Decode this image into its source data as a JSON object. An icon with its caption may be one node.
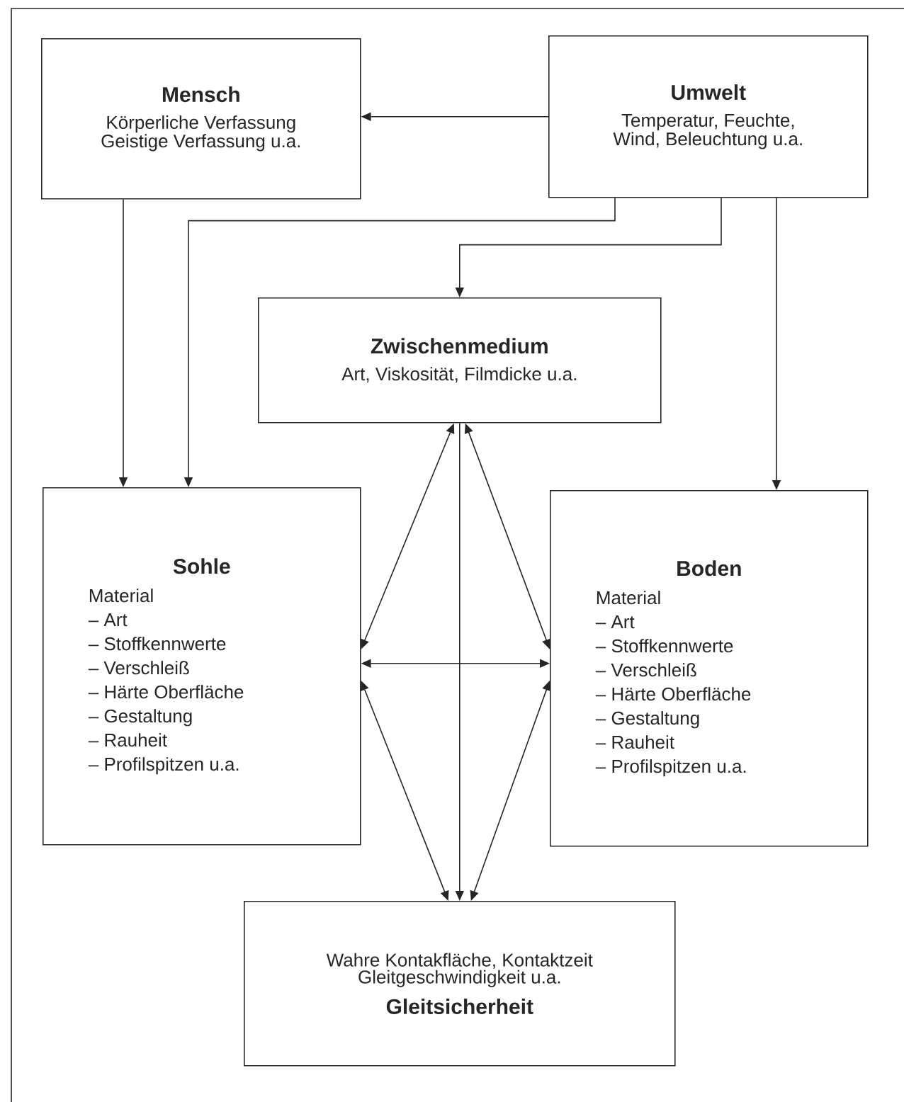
{
  "diagram": {
    "nodes": [
      {
        "text": [
          "Mensch",
          "Körperliche Verfassung Geistige Verfassung u.a."
        ]
      },
      {
        "text": [
          "Umwelt",
          "Temperatur, Feuchte, Wind, Beleuchtung u.a."
        ]
      },
      {
        "text": [
          "Zwischenmedium",
          "Art, Viskosität, Filmdicke u.a."
        ]
      },
      {
        "text": [
          "Sohle",
          "Material",
          "– Art",
          "– Stoffkennwerte",
          "– Verschleiß",
          "– Härte Oberfläche",
          "– Gestaltung",
          "– Rauheit",
          "– Profilspitzen u.a."
        ]
      },
      {
        "text": [
          "Boden",
          "Material",
          "– Art",
          "– Stoffkennwerte",
          "– Verschleiß",
          "– Härte Oberfläche",
          "– Gestaltung",
          "– Rauheit",
          "– Profilspitzen u.a."
        ]
      },
      {
        "text": [
          "Wahre Kontakfläche, Kontaktzeit Gleitgeschwindigkeit u.a.",
          "Gleitsicherheit"
        ]
      }
    ],
    "edges": [
      {
        "from": 1,
        "to": 0,
        "arrow": "to"
      },
      {
        "from": 0,
        "to": 3,
        "arrow": "to"
      },
      {
        "from": 1,
        "to": 3,
        "arrow": "to"
      },
      {
        "from": 1,
        "to": 2,
        "arrow": "to"
      },
      {
        "from": 1,
        "to": 4,
        "arrow": "to"
      },
      {
        "from": 2,
        "to": 3,
        "arrow": "both"
      },
      {
        "from": 2,
        "to": 4,
        "arrow": "both"
      },
      {
        "from": 3,
        "to": 4,
        "arrow": "both"
      },
      {
        "from": 3,
        "to": 5,
        "arrow": "both"
      },
      {
        "from": 4,
        "to": 5,
        "arrow": "both"
      },
      {
        "from": 2,
        "to": 5,
        "arrow": "to"
      }
    ]
  }
}
